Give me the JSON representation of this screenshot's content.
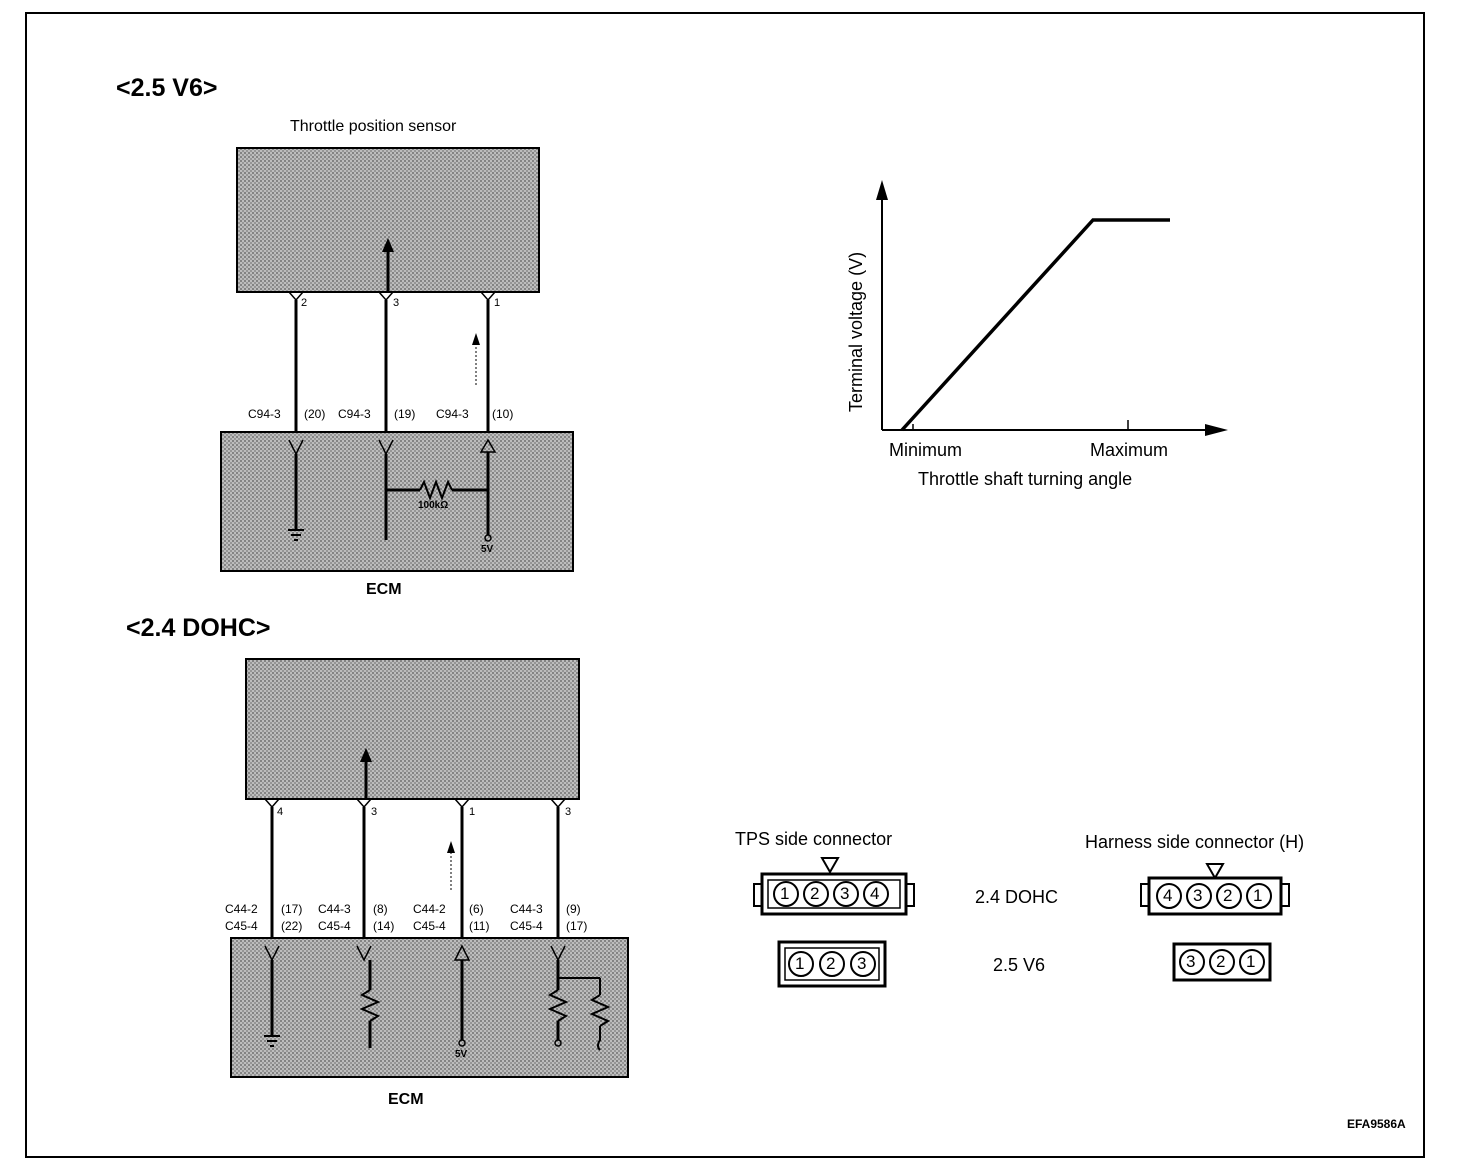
{
  "v6": {
    "heading": "<2.5 V6>",
    "sensor_title": "Throttle position sensor",
    "pins": [
      "2",
      "3",
      "1"
    ],
    "wire_labels": [
      {
        "connector": "C94-3",
        "terminal": "(20)"
      },
      {
        "connector": "C94-3",
        "terminal": "(19)"
      },
      {
        "connector": "C94-3",
        "terminal": "(10)"
      }
    ],
    "resistor_label": "100kΩ",
    "supply_label": "5V",
    "ecm_label": "ECM"
  },
  "dohc": {
    "heading": "<2.4 DOHC>",
    "pins": [
      "4",
      "3",
      "1",
      "3"
    ],
    "wire_labels": [
      {
        "connector_a": "C44-2",
        "terminal_a": "(17)",
        "connector_b": "C45-4",
        "terminal_b": "(22)"
      },
      {
        "connector_a": "C44-3",
        "terminal_a": "(8)",
        "connector_b": "C45-4",
        "terminal_b": "(14)"
      },
      {
        "connector_a": "C44-2",
        "terminal_a": "(6)",
        "connector_b": "C45-4",
        "terminal_b": "(11)"
      },
      {
        "connector_a": "C44-3",
        "terminal_a": "(9)",
        "connector_b": "C45-4",
        "terminal_b": "(17)"
      }
    ],
    "supply_label": "5V",
    "ecm_label": "ECM"
  },
  "graph": {
    "ylabel": "Terminal voltage (V)",
    "xlabel": "Throttle shaft turning angle",
    "x_min_label": "Minimum",
    "x_max_label": "Maximum"
  },
  "connectors": {
    "tps_title": "TPS side connector",
    "harness_title": "Harness side connector (H)",
    "row_dohc_label": "2.4 DOHC",
    "row_v6_label": "2.5 V6",
    "tps_dohc_pins": [
      "1",
      "2",
      "3",
      "4"
    ],
    "tps_v6_pins": [
      "1",
      "2",
      "3"
    ],
    "harness_dohc_pins": [
      "4",
      "3",
      "2",
      "1"
    ],
    "harness_v6_pins": [
      "3",
      "2",
      "1"
    ]
  },
  "figure_id": "EFA9586A"
}
